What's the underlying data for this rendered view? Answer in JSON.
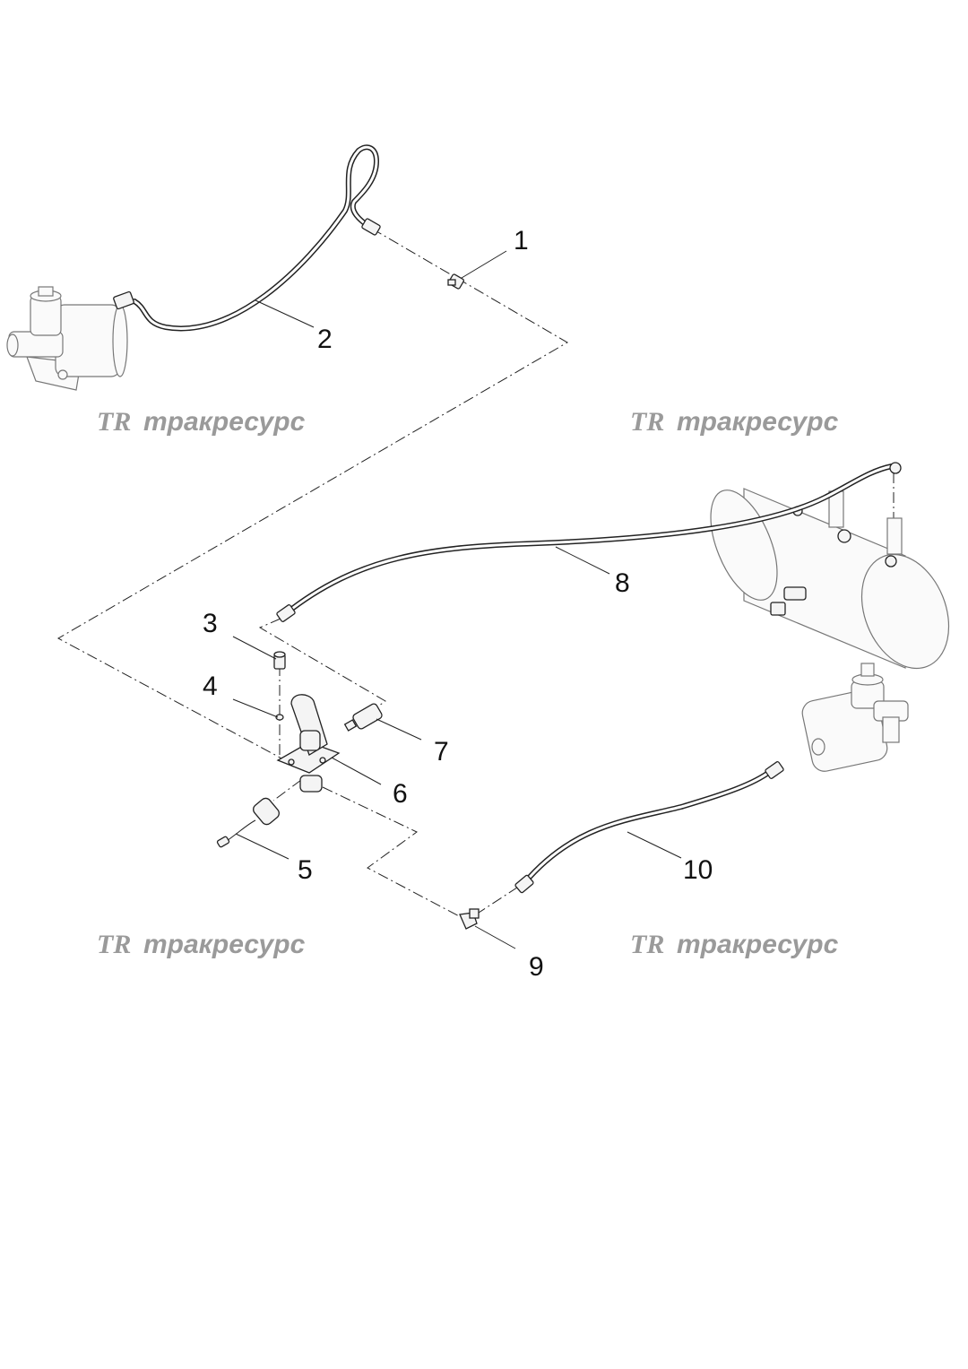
{
  "callouts": [
    {
      "id": "1",
      "label": "1"
    },
    {
      "id": "2",
      "label": "2"
    },
    {
      "id": "3",
      "label": "3"
    },
    {
      "id": "4",
      "label": "4"
    },
    {
      "id": "5",
      "label": "5"
    },
    {
      "id": "6",
      "label": "6"
    },
    {
      "id": "7",
      "label": "7"
    },
    {
      "id": "8",
      "label": "8"
    },
    {
      "id": "9",
      "label": "9"
    },
    {
      "id": "10",
      "label": "10"
    }
  ],
  "watermark": {
    "logo": "TR",
    "text": "тракресурс"
  }
}
